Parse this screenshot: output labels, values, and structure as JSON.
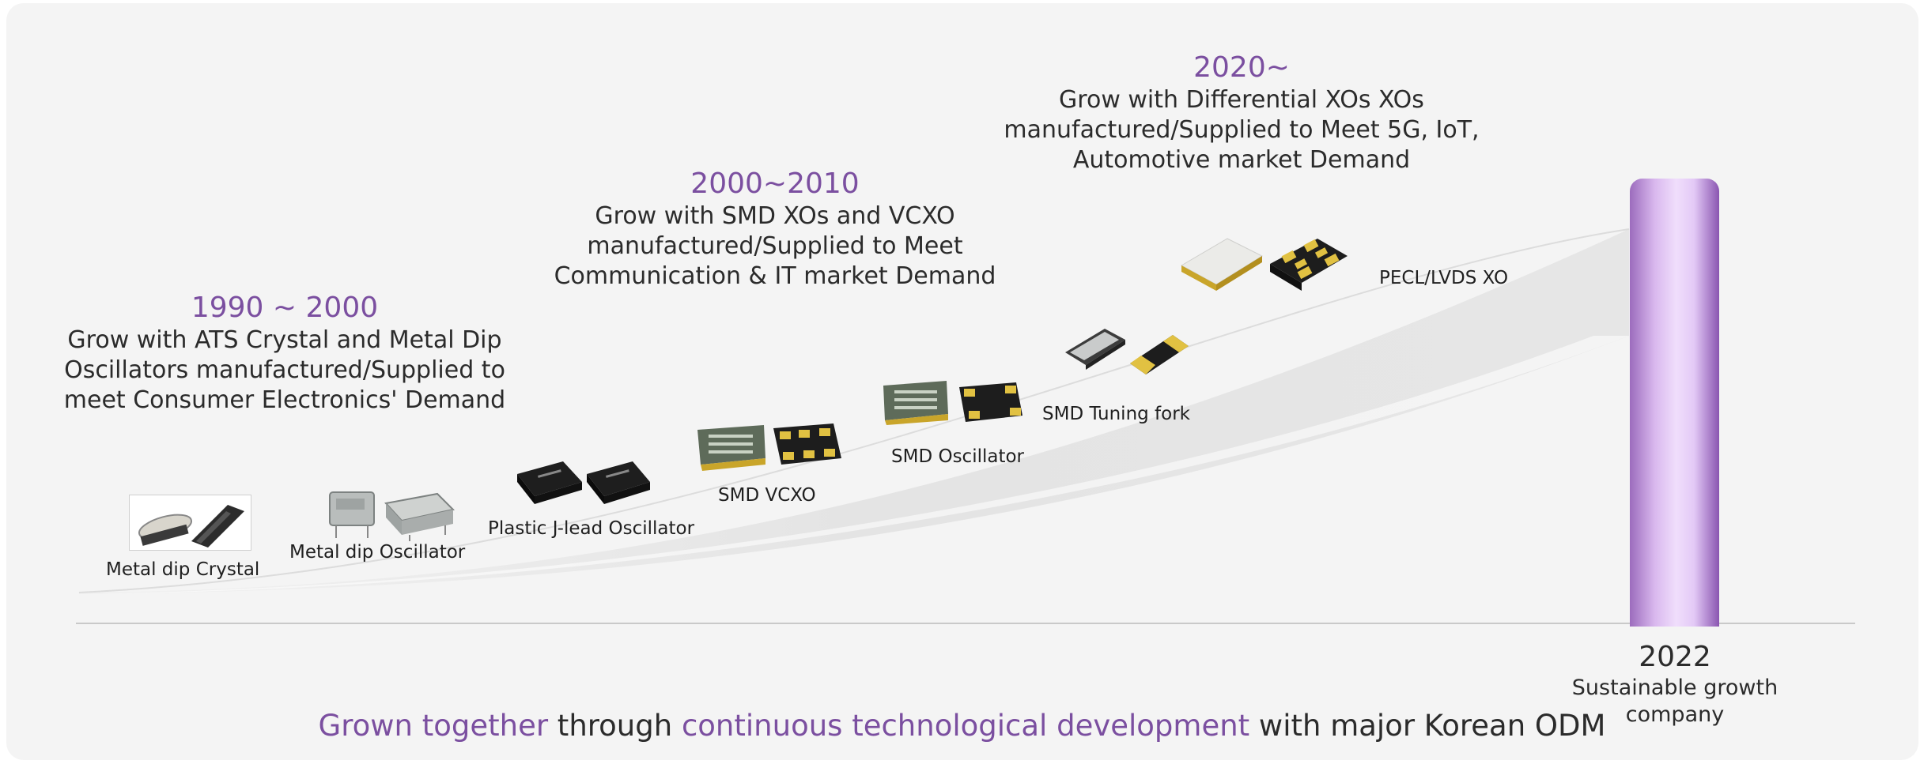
{
  "eras": [
    {
      "year": "1990 ~ 2000",
      "desc": "Grow with ATS Crystal and Metal Dip\nOscillators manufactured/Supplied to\nmeet Consumer Electronics' Demand"
    },
    {
      "year": "2000~2010",
      "desc": "Grow with SMD XOs and VCXO\nmanufactured/Supplied to Meet\nCommunication & IT market Demand"
    },
    {
      "year": "2020~",
      "desc": "Grow with Differential XOs XOs\nmanufactured/Supplied to Meet 5G, IoT,\nAutomotive market Demand"
    }
  ],
  "products": [
    {
      "label": "Metal dip Crystal"
    },
    {
      "label": "Metal dip Oscillator"
    },
    {
      "label": "Plastic J-lead Oscillator"
    },
    {
      "label": "SMD VCXO"
    },
    {
      "label": "SMD Oscillator"
    },
    {
      "label": "SMD Tuning fork"
    },
    {
      "label": "PECL/LVDS XO"
    }
  ],
  "milestone": {
    "year": "2022",
    "caption": "Sustainable growth\ncompany"
  },
  "footer": {
    "part1": "Grown together",
    "part2": " through ",
    "part3": "continuous technological development",
    "part4": " with major Korean ODM"
  },
  "colors": {
    "accent": "#7b4fa0",
    "bar_light": "#f0defc",
    "bar_dark": "#8a55b1"
  }
}
